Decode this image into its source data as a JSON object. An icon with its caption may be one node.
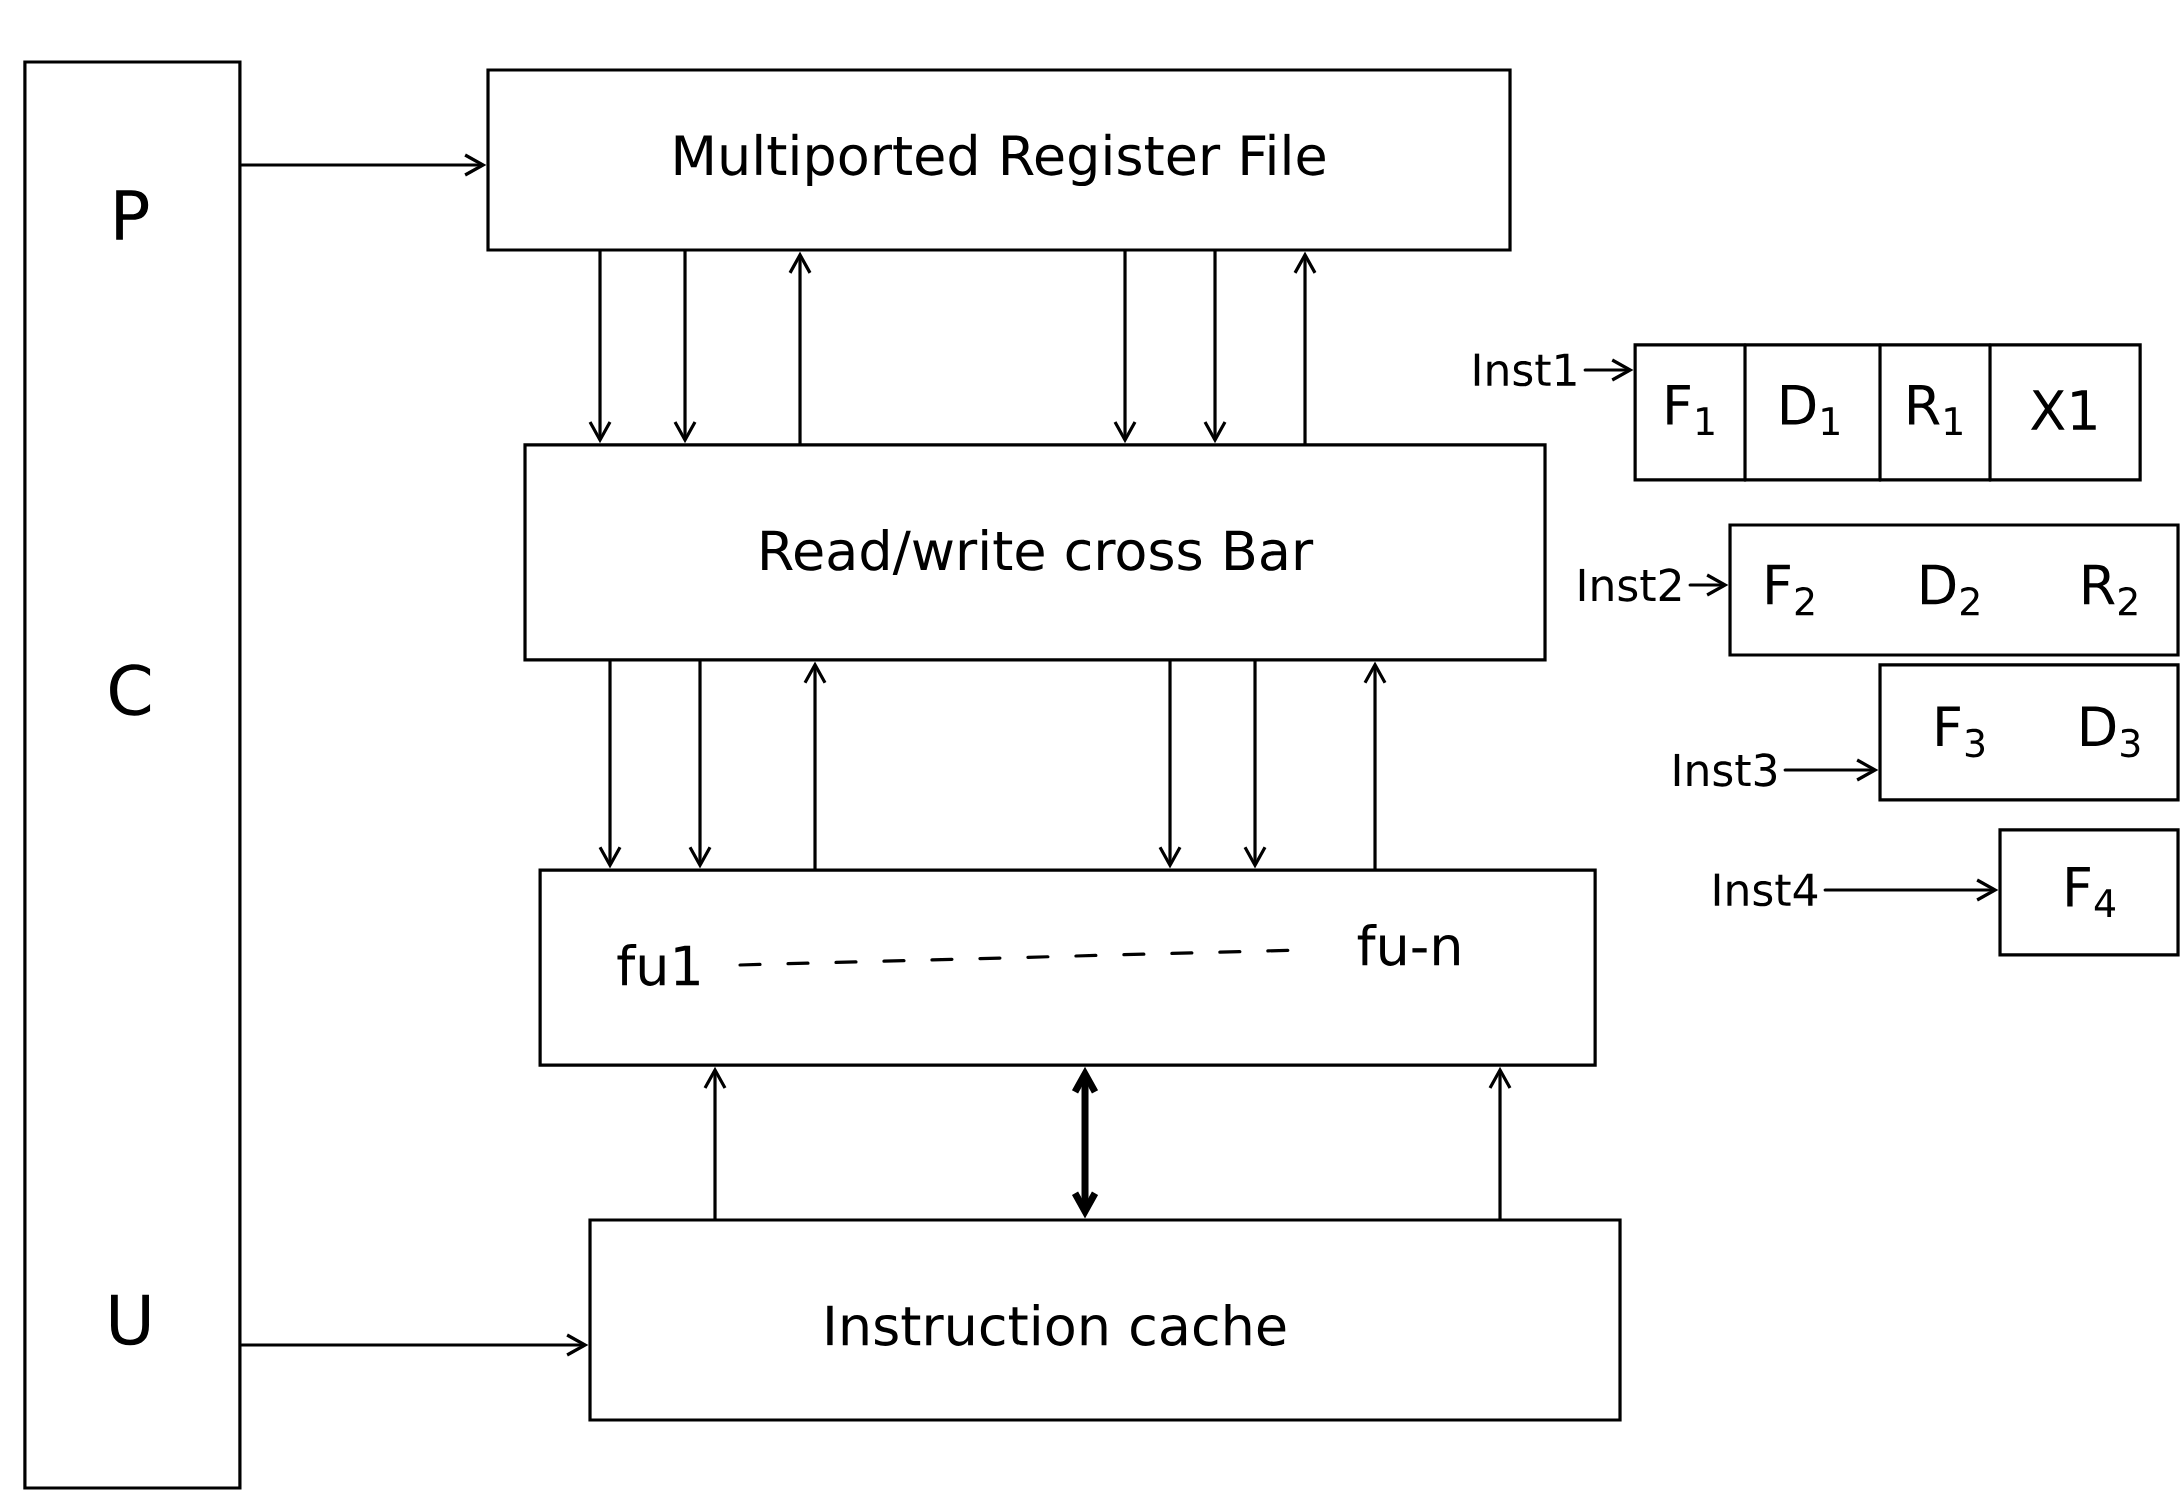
{
  "diagram": {
    "nodes": [
      {
        "text": [
          "P",
          "C",
          "U"
        ]
      },
      {
        "text": [
          "Multiported Register File"
        ]
      },
      {
        "text": [
          "Read/write cross Bar"
        ]
      },
      {
        "text": [
          "fu1",
          "fu-n"
        ]
      },
      {
        "text": [
          "Instruction cache"
        ]
      },
      {
        "text": [
          "F$_{1}$",
          "D$_{1}$",
          "R$_{1}$",
          "X1"
        ]
      },
      {
        "text": [
          "F$_{2}$",
          "D$_{2}$",
          "R$_{2}$"
        ]
      },
      {
        "text": [
          "F$_{3}$",
          "D$_{3}$"
        ]
      },
      {
        "text": [
          "F$_{4}$"
        ]
      },
      {
        "text": [
          "Inst1"
        ]
      },
      {
        "text": [
          "Inst2"
        ]
      },
      {
        "text": [
          "Inst3"
        ]
      },
      {
        "text": [
          "Inst4"
        ]
      }
    ],
    "edges": [
      {
        "from": 0,
        "to": 1,
        "arrow": "to"
      },
      {
        "from": 0,
        "to": 4,
        "arrow": "to"
      },
      {
        "from": 1,
        "to": 2,
        "arrow": "to"
      },
      {
        "from": 1,
        "to": 2,
        "arrow": "to"
      },
      {
        "from": 2,
        "to": 1,
        "arrow": "to"
      },
      {
        "from": 1,
        "to": 2,
        "arrow": "to"
      },
      {
        "from": 1,
        "to": 2,
        "arrow": "to"
      },
      {
        "from": 2,
        "to": 1,
        "arrow": "to"
      },
      {
        "from": 2,
        "to": 3,
        "arrow": "to"
      },
      {
        "from": 2,
        "to": 3,
        "arrow": "to"
      },
      {
        "from": 3,
        "to": 2,
        "arrow": "to"
      },
      {
        "from": 2,
        "to": 3,
        "arrow": "to"
      },
      {
        "from": 2,
        "to": 3,
        "arrow": "to"
      },
      {
        "from": 3,
        "to": 2,
        "arrow": "to"
      },
      {
        "from": 4,
        "to": 3,
        "arrow": "to"
      },
      {
        "from": 4,
        "to": 3,
        "arrow": "both",
        "style": "thick"
      },
      {
        "from": 4,
        "to": 3,
        "arrow": "to"
      },
      {
        "from": 9,
        "to": 5,
        "arrow": "to"
      },
      {
        "from": 10,
        "to": 6,
        "arrow": "to"
      },
      {
        "from": 11,
        "to": 7,
        "arrow": "to"
      },
      {
        "from": 12,
        "to": 8,
        "arrow": "to"
      }
    ]
  }
}
